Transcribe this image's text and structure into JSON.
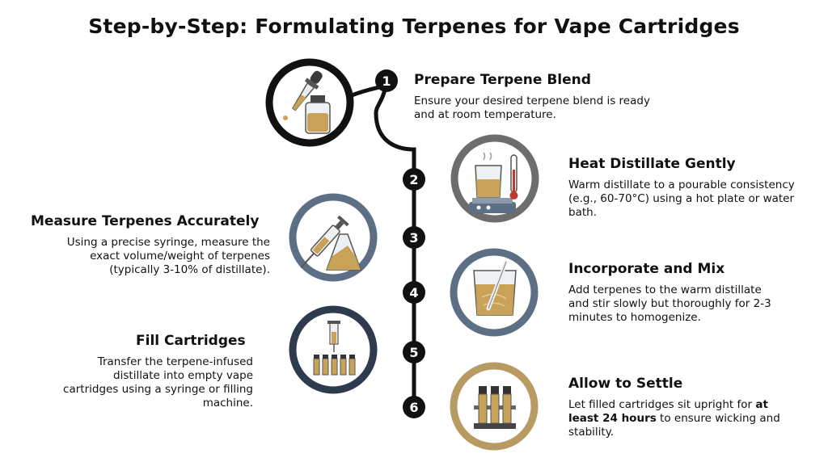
{
  "title": "Step-by-Step: Formulating Terpenes for Vape Cartridges",
  "colors": {
    "black": "#111111",
    "gray": "#6d6d6d",
    "slate": "#5d6f84",
    "navy": "#2e3a4e",
    "gold": "#b89b63",
    "liquid": "#c9a25a"
  },
  "steps": [
    {
      "number": "1",
      "title": "Prepare Terpene Blend",
      "desc": "Ensure your desired terpene blend is ready and at room temperature.",
      "icon": "dropper-bottle-icon"
    },
    {
      "number": "2",
      "title": "Heat Distillate Gently",
      "desc": "Warm distillate to a pourable consistency (e.g., 60-70°C) using a hot plate or water bath.",
      "icon": "hot-plate-beaker-icon"
    },
    {
      "number": "3",
      "title": "Measure Terpenes Accurately",
      "desc": "Using a precise syringe, measure the exact volume/weight of terpenes (typically 3-10% of distillate).",
      "icon": "syringe-flask-icon"
    },
    {
      "number": "4",
      "title": "Incorporate and Mix",
      "desc": "Add terpenes to the warm distillate and stir slowly but thoroughly for 2-3 minutes to homogenize.",
      "icon": "beaker-stir-icon"
    },
    {
      "number": "5",
      "title": "Fill Cartridges",
      "desc": "Transfer the terpene-infused distillate into empty vape cartridges using a syringe or filling machine.",
      "icon": "syringe-cartridges-icon"
    },
    {
      "number": "6",
      "title": "Allow to Settle",
      "desc_pre": "Let filled cartridges sit upright for ",
      "desc_bold": "at least 24 hours",
      "desc_post": " to ensure wicking and stability.",
      "icon": "cartridge-rack-icon"
    }
  ]
}
